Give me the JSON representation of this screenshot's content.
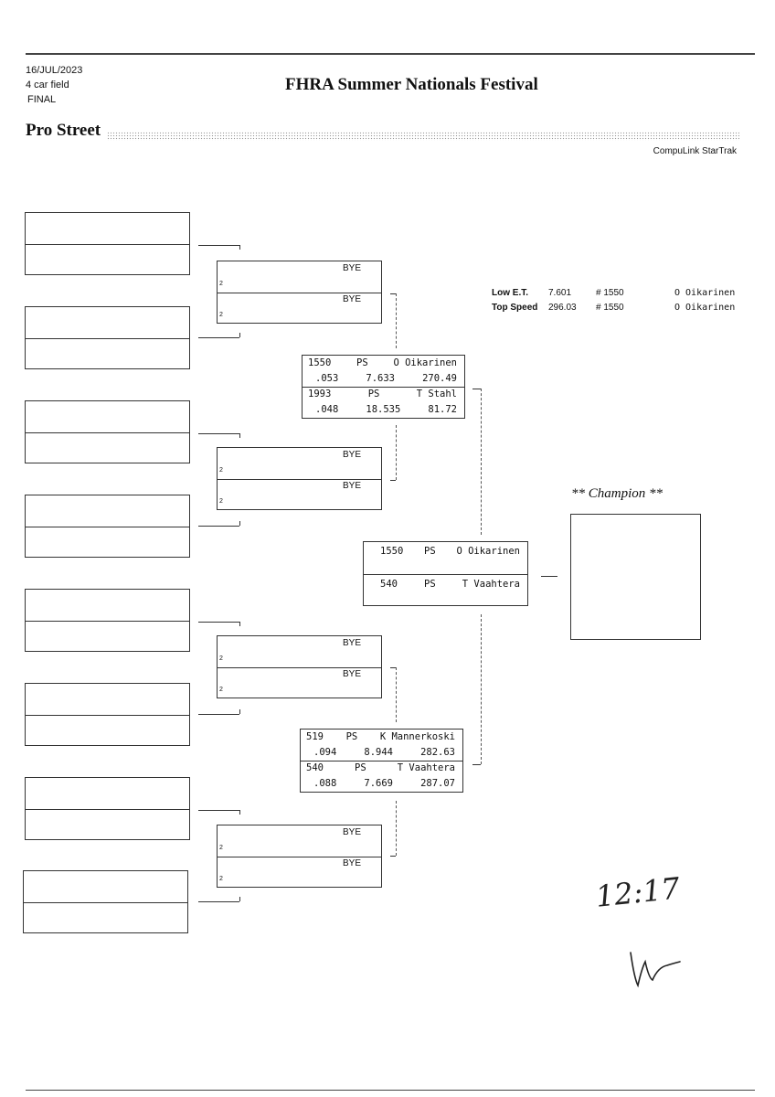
{
  "header": {
    "date": "16/JUL/2023",
    "field": "4 car field",
    "status": "FINAL",
    "title": "FHRA Summer Nationals Festival",
    "class_name": "Pro Street",
    "software": "CompuLink StarTrak"
  },
  "bye_label": "BYE",
  "lane_mark": "2",
  "semifinals": [
    {
      "top": {
        "number": "1550",
        "class": "PS",
        "driver": "O Oikarinen",
        "rt": ".053",
        "et": "7.633",
        "mph": "270.49"
      },
      "bottom": {
        "number": "1993",
        "class": "PS",
        "driver": "T Stahl",
        "rt": ".048",
        "et": "18.535",
        "mph": "81.72"
      }
    },
    {
      "top": {
        "number": "519",
        "class": "PS",
        "driver": "K Mannerkoski",
        "rt": ".094",
        "et": "8.944",
        "mph": "282.63"
      },
      "bottom": {
        "number": "540",
        "class": "PS",
        "driver": "T Vaahtera",
        "rt": ".088",
        "et": "7.669",
        "mph": "287.07"
      }
    }
  ],
  "final": {
    "top": {
      "number": "1550",
      "class": "PS",
      "driver": "O Oikarinen"
    },
    "bottom": {
      "number": "540",
      "class": "PS",
      "driver": "T Vaahtera"
    }
  },
  "records": {
    "low_et": {
      "label": "Low E.T.",
      "value": "7.601",
      "number": "# 1550",
      "driver": "O Oikarinen"
    },
    "top_speed": {
      "label": "Top Speed",
      "value": "296.03",
      "number": "# 1550",
      "driver": "O Oikarinen"
    }
  },
  "champion_label": "** Champion **",
  "handwritten": {
    "time": "12:17"
  }
}
